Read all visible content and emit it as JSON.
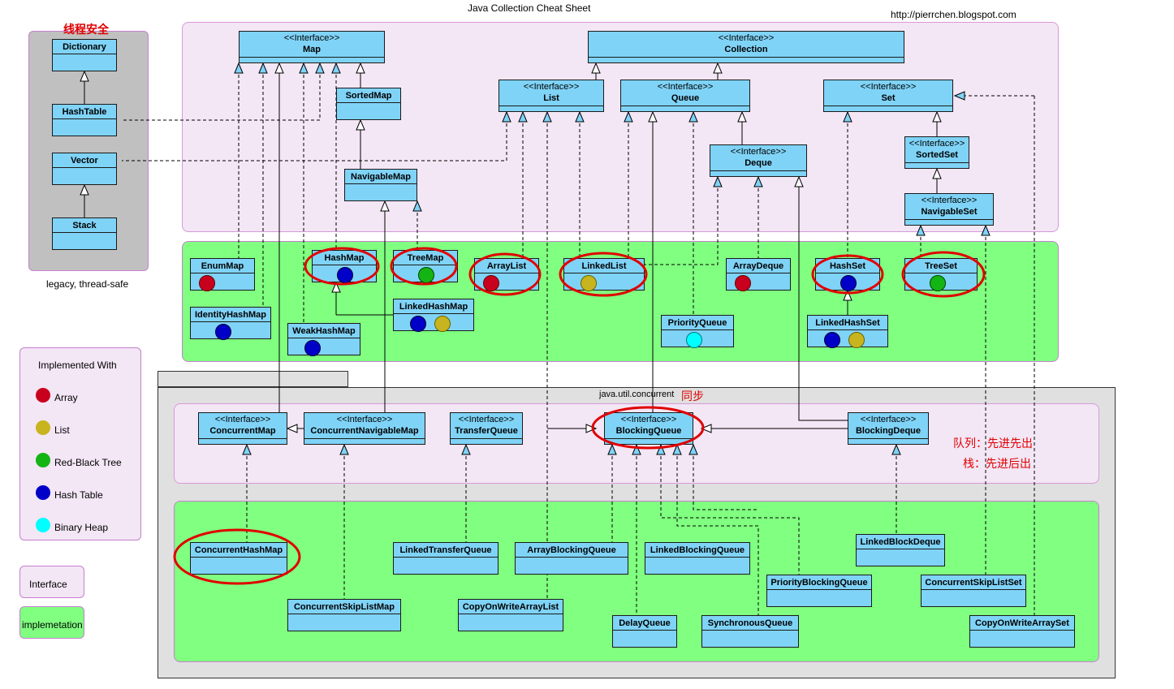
{
  "header": {
    "title": "Java Collection Cheat Sheet",
    "url": "http://pierrchen.blogspot.com"
  },
  "legacy": {
    "thread_safe_note": "线程安全",
    "caption": "legacy, thread-safe",
    "boxes": [
      "Dictionary",
      "HashTable",
      "Vector",
      "Stack"
    ]
  },
  "legend": {
    "title": "Implemented With",
    "items": [
      {
        "label": "Array",
        "color": "#c8001e"
      },
      {
        "label": "List",
        "color": "#c8b41e"
      },
      {
        "label": "Red-Black Tree",
        "color": "#14b414"
      },
      {
        "label": "Hash Table",
        "color": "#0000c8"
      },
      {
        "label": "Binary Heap",
        "color": "#00ffff"
      }
    ],
    "interface_label": "Interface",
    "impl_label": "implemetation"
  },
  "stereotype": "<<Interface>>",
  "interfaces": {
    "map": "Map",
    "collection": "Collection",
    "sortedmap": "SortedMap",
    "navigablemap": "NavigableMap",
    "list": "List",
    "queue": "Queue",
    "set": "Set",
    "deque": "Deque",
    "sortedset": "SortedSet",
    "navigableset": "NavigableSet"
  },
  "impls": {
    "enummap": "EnumMap",
    "identityhashmap": "IdentityHashMap",
    "hashmap": "HashMap",
    "weakhashmap": "WeakHashMap",
    "treemap": "TreeMap",
    "linkedhashmap": "LinkedHashMap",
    "arraylist": "ArrayList",
    "linkedlist": "LinkedList",
    "priorityqueue": "PriorityQueue",
    "arraydeque": "ArrayDeque",
    "hashset": "HashSet",
    "linkedhashset": "LinkedHashSet",
    "treeset": "TreeSet"
  },
  "concurrent": {
    "package_label": "java.util.concurrent",
    "sync_note": "同步",
    "queue_note": "队列：先进先出",
    "stack_note": "栈：先进后出",
    "interfaces": {
      "concurrentmap": "ConcurrentMap",
      "concurrentnavigablemap": "ConcurrentNavigableMap",
      "transferqueue": "TransferQueue",
      "blockingqueue": "BlockingQueue",
      "blockingdeque": "BlockingDeque"
    },
    "impls": {
      "concurrenthashmap": "ConcurrentHashMap",
      "concurrentskiplistmap": "ConcurrentSkipListMap",
      "linkedtransferqueue": "LinkedTransferQueue",
      "copyonwritearraylist": "CopyOnWriteArrayList",
      "arrayblockingqueue": "ArrayBlockingQueue",
      "linkedblockingqueue": "LinkedBlockingQueue",
      "delayqueue": "DelayQueue",
      "synchronousqueue": "SynchronousQueue",
      "priorityblockingqueue": "PriorityBlockingQueue",
      "linkedblockdeque": "LinkedBlockDeque",
      "concurrentskiplistset": "ConcurrentSkipListSet",
      "copyonwritearrayset": "CopyOnWriteArraySet"
    }
  }
}
